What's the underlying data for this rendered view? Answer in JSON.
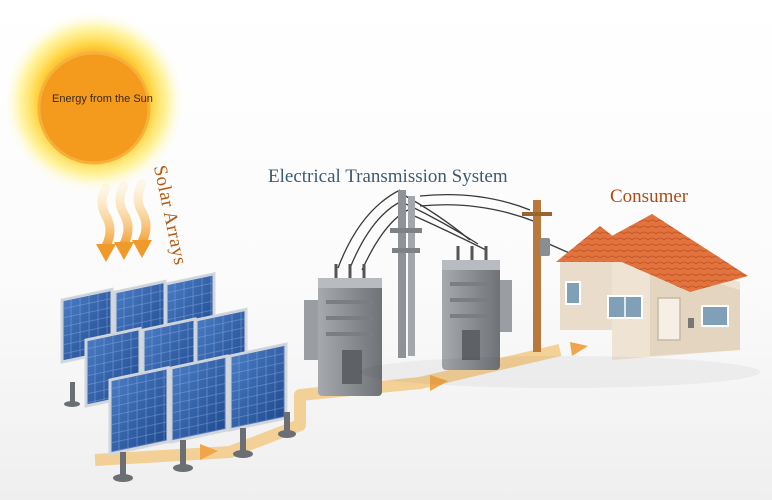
{
  "labels": {
    "sun": "Energy from the Sun",
    "solar_arrays": "Solar Arrays",
    "transmission": "Electrical Transmission System",
    "consumer": "Consumer"
  },
  "colors": {
    "sun_core": "#f49a1c",
    "sun_glow": "#ffe45a",
    "panel": "#2f5fa8",
    "panel_frame": "#c7ccd3",
    "flow_arrow": "#f3c77e",
    "roof": "#e2733d",
    "house_wall": "#efe3d3",
    "transformer": "#8d9094",
    "pole": "#b9793c"
  },
  "icons": [
    "sun-icon",
    "solar-panel-icon",
    "transformer-icon",
    "utility-pole-icon",
    "house-icon",
    "flow-arrow-icon"
  ]
}
